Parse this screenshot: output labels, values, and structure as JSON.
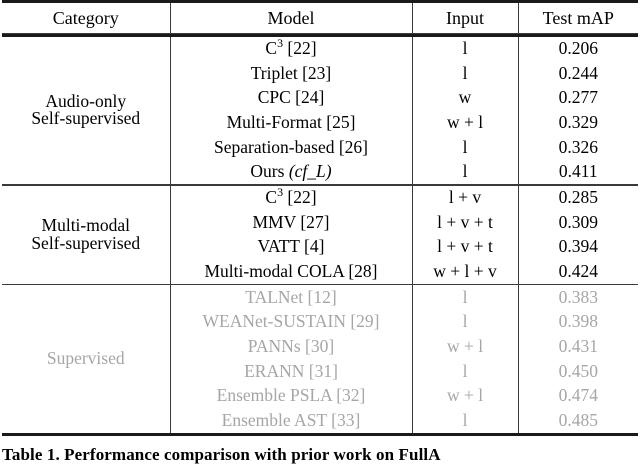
{
  "table": {
    "columns": [
      "Category",
      "Model",
      "Input",
      "Test mAP"
    ],
    "sections": [
      {
        "category": "Audio-only\nSelf-supervised",
        "category_line1": "Audio-only",
        "category_line2": "Self-supervised",
        "dimmed": false,
        "rows": [
          {
            "model": "C",
            "model_sup": "3",
            "model_ref": " [22]",
            "input": "l",
            "map": "0.206",
            "bold": false
          },
          {
            "model": "Triplet [23]",
            "model_sup": "",
            "model_ref": "",
            "input": "l",
            "map": "0.244",
            "bold": false
          },
          {
            "model": "CPC [24]",
            "model_sup": "",
            "model_ref": "",
            "input": "w",
            "map": "0.277",
            "bold": false
          },
          {
            "model": "Multi-Format [25]",
            "model_sup": "",
            "model_ref": "",
            "input": "w + l",
            "map": "0.329",
            "bold": false
          },
          {
            "model": "Separation-based [26]",
            "model_sup": "",
            "model_ref": "",
            "input": "l",
            "map": "0.326",
            "bold": false
          },
          {
            "model": "Ours",
            "model_sup": "",
            "model_ref": "",
            "model_italic": "(cf_L)",
            "input": "l",
            "map": "0.411",
            "bold": true
          }
        ]
      },
      {
        "category": "Multi-modal\nSelf-supervised",
        "category_line1": "Multi-modal",
        "category_line2": "Self-supervised",
        "dimmed": false,
        "rows": [
          {
            "model": "C",
            "model_sup": "3",
            "model_ref": " [22]",
            "input": "l + v",
            "map": "0.285",
            "bold": false
          },
          {
            "model": "MMV [27]",
            "model_sup": "",
            "model_ref": "",
            "input": "l + v + t",
            "map": "0.309",
            "bold": false
          },
          {
            "model": "VATT [4]",
            "model_sup": "",
            "model_ref": "",
            "input": "l + v + t",
            "map": "0.394",
            "bold": false
          },
          {
            "model": "Multi-modal COLA [28]",
            "model_sup": "",
            "model_ref": "",
            "input": "w + l + v",
            "map": "0.424",
            "bold": false
          }
        ]
      },
      {
        "category": "Supervised",
        "category_line1": "Supervised",
        "category_line2": "",
        "dimmed": true,
        "rows": [
          {
            "model": "TALNet [12]",
            "model_sup": "",
            "model_ref": "",
            "input": "l",
            "map": "0.383",
            "bold": false
          },
          {
            "model": "WEANet-SUSTAIN [29]",
            "model_sup": "",
            "model_ref": "",
            "input": "l",
            "map": "0.398",
            "bold": false
          },
          {
            "model": "PANNs [30]",
            "model_sup": "",
            "model_ref": "",
            "input": "w + l",
            "map": "0.431",
            "bold": false
          },
          {
            "model": "ERANN [31]",
            "model_sup": "",
            "model_ref": "",
            "input": "l",
            "map": "0.450",
            "bold": false
          },
          {
            "model": "Ensemble PSLA [32]",
            "model_sup": "",
            "model_ref": "",
            "input": "w + l",
            "map": "0.474",
            "bold": false
          },
          {
            "model": "Ensemble AST [33]",
            "model_sup": "",
            "model_ref": "",
            "input": "l",
            "map": "0.485",
            "bold": false
          }
        ]
      }
    ]
  },
  "caption": {
    "text": "Table 1. Performance comparison with prior work on FullA"
  },
  "colors": {
    "rule": "#1a1a1a",
    "thin_rule": "#3a3a3a",
    "text": "#000000",
    "dim_text": "#a6a6a6",
    "background": "#ffffff"
  }
}
